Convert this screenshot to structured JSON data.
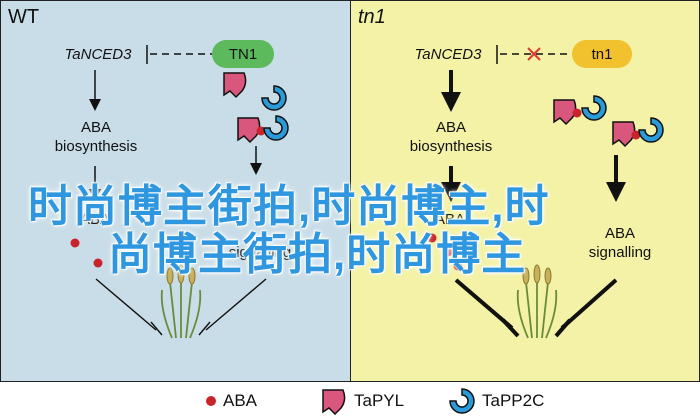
{
  "left_panel": {
    "title": "WT",
    "gene": "TaNCED3",
    "regulator": "TN1",
    "synthesis": "ABA biosynthesis",
    "product": "ABA",
    "signal": "signalling"
  },
  "right_panel": {
    "title": "tn1",
    "gene": "TaNCED3",
    "regulator": "tn1",
    "synthesis": "ABA biosynthesis",
    "product": "ABA",
    "signal_abbr": "ABA",
    "signal": "signalling"
  },
  "legend": {
    "items": [
      {
        "label": "ABA",
        "icon": "aba-dot-icon"
      },
      {
        "label": "TaPYL",
        "icon": "tapyl-receptor-icon"
      },
      {
        "label": "TaPP2C",
        "icon": "tapp2c-phosphatase-icon"
      }
    ]
  },
  "colors": {
    "left_bg": "#c9dde8",
    "right_bg": "#f3f2a6",
    "tn1_pill": "#5cba5c",
    "tn1_mutant_pill": "#f2c12e",
    "inhibit_cross": "#e03a2f",
    "aba_dot": "#c8242c",
    "tapyl": "#d9577c",
    "tapp2c": "#2b9ad8",
    "overlay_text": "#2f97df"
  },
  "watermark": {
    "line1": "时尚博主街拍,时尚博主,时",
    "line2": "尚博主街拍,时尚博主"
  }
}
